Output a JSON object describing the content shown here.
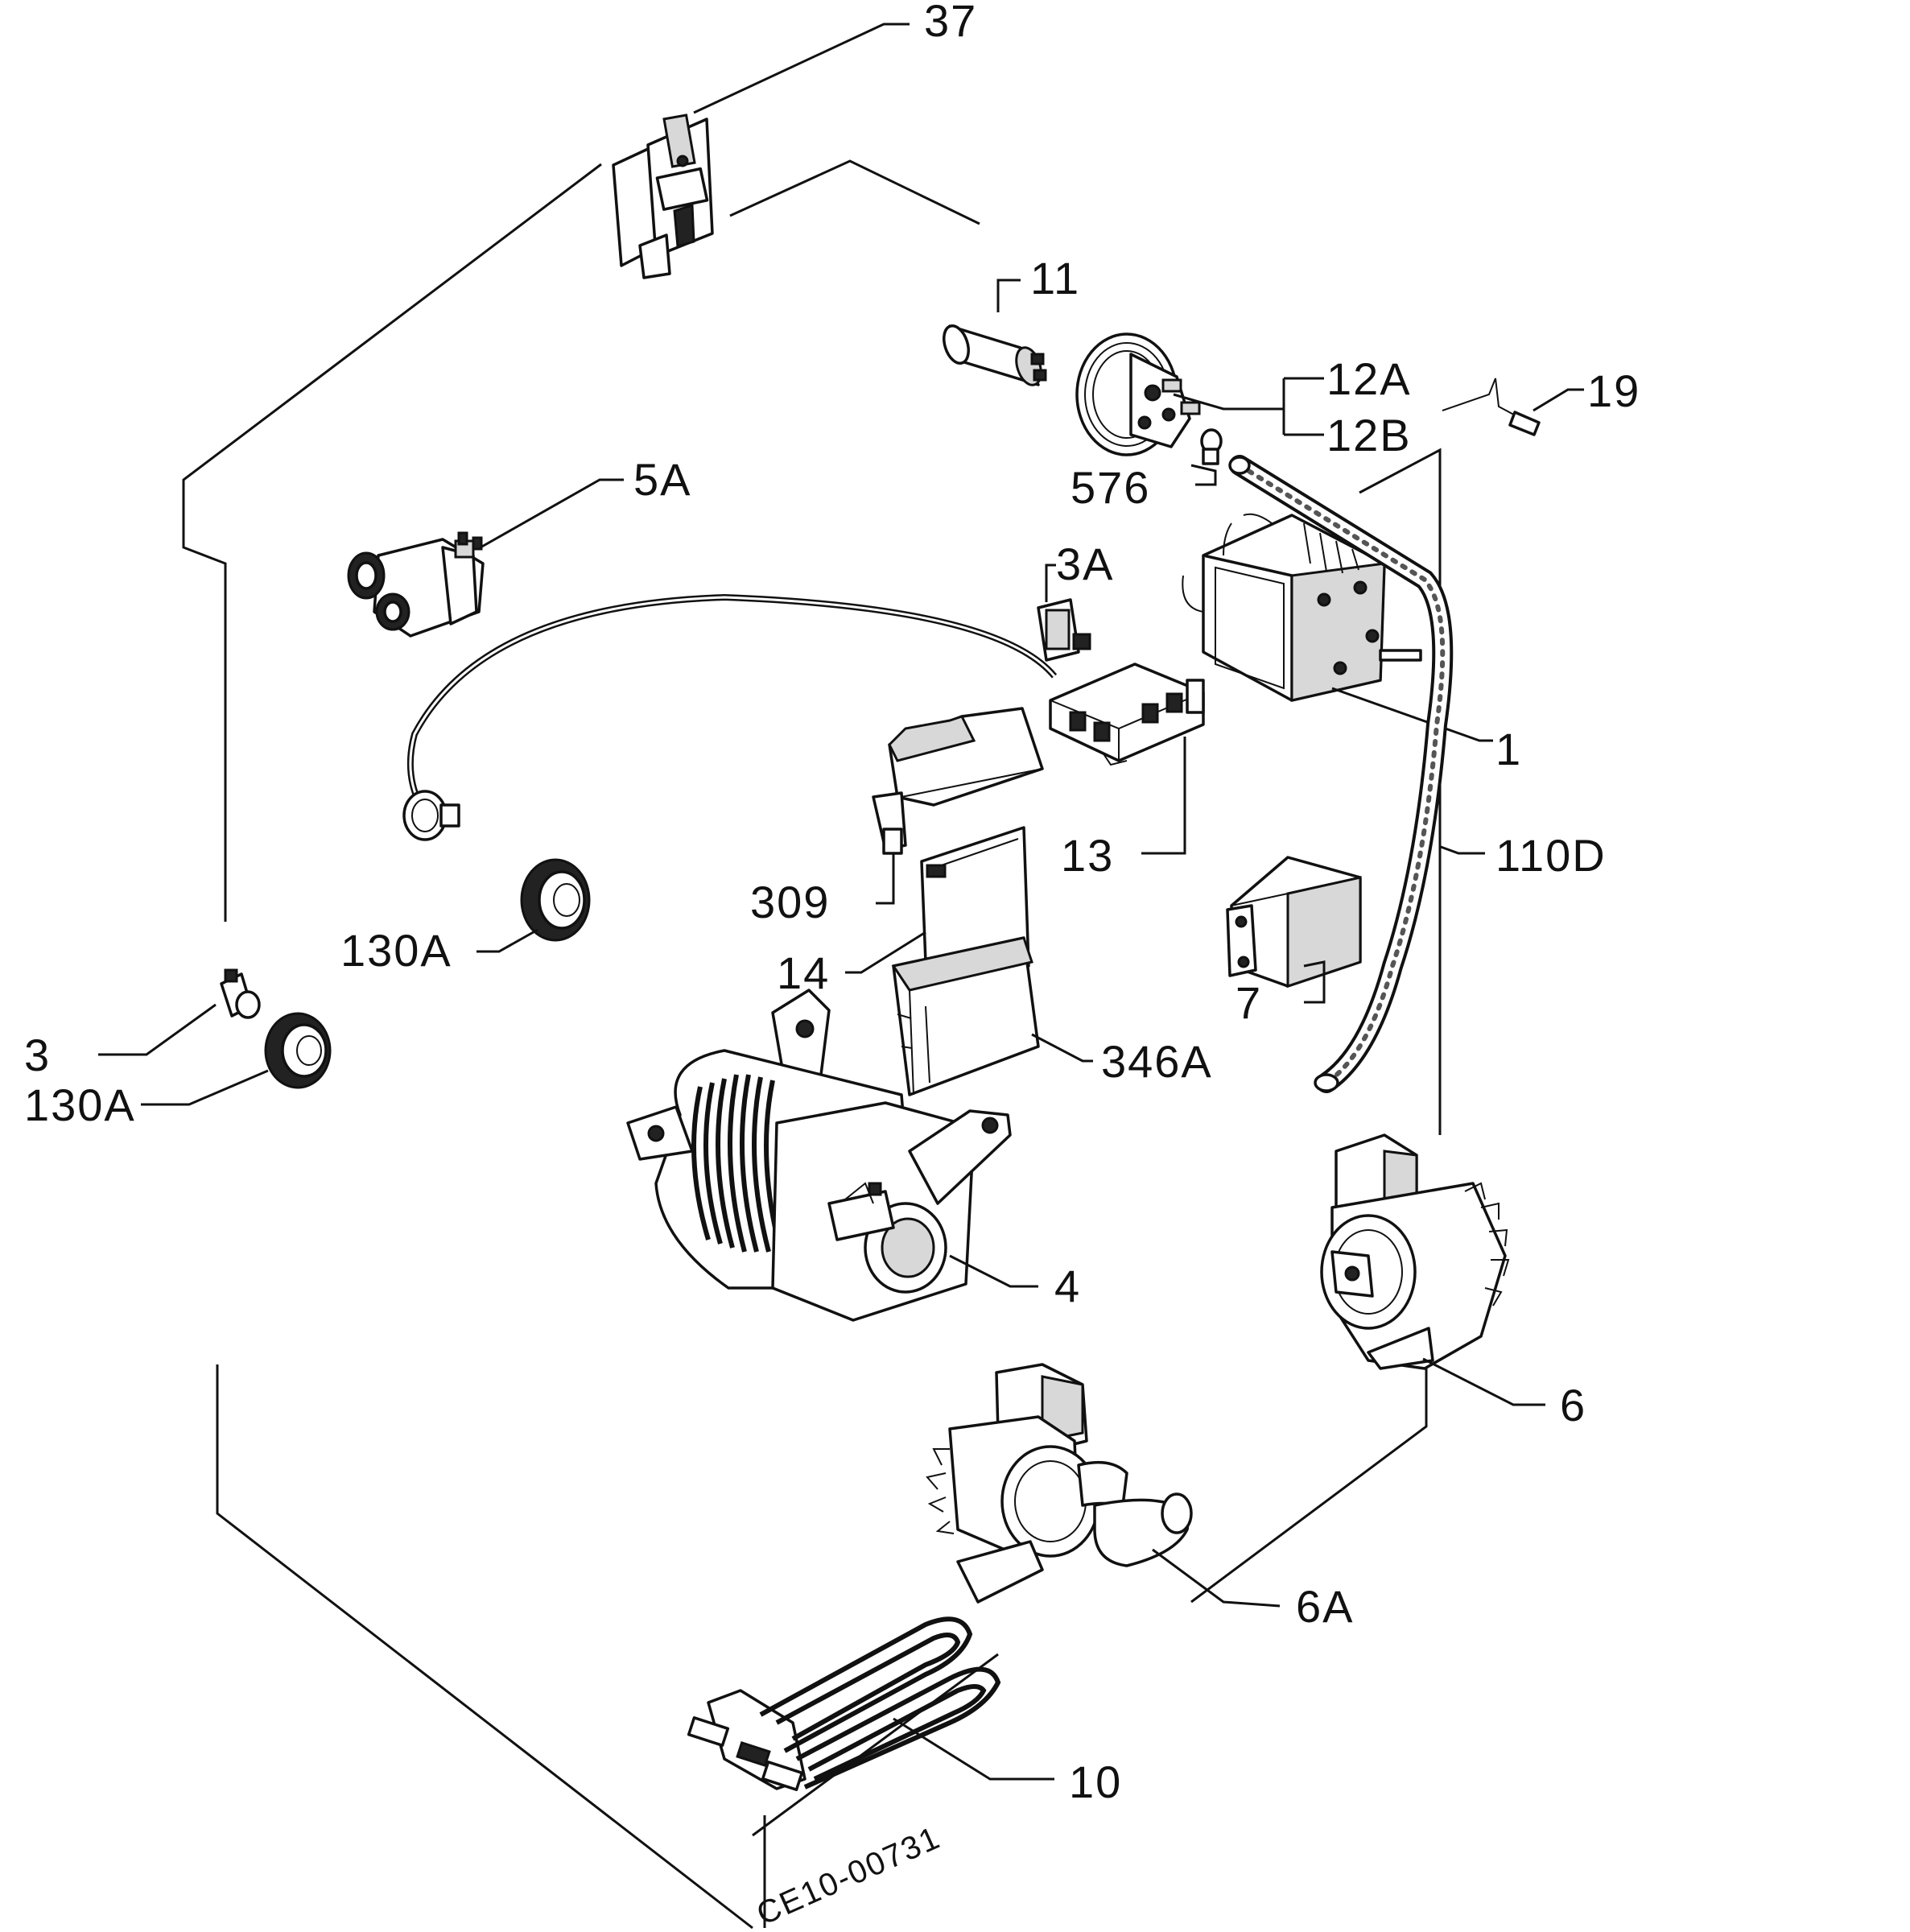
{
  "labels": {
    "p37": "37",
    "p11": "11",
    "p12a": "12A",
    "p12b": "12B",
    "p19": "19",
    "p576": "576",
    "p5a": "5A",
    "p3a": "3A",
    "p1": "1",
    "p13": "13",
    "p110d": "110D",
    "p309": "309",
    "p130a_top": "130A",
    "p14": "14",
    "p7": "7",
    "p3": "3",
    "p130a_bottom": "130A",
    "p346a": "346A",
    "p4": "4",
    "p6": "6",
    "p6a": "6A",
    "p10": "10",
    "reference": "CE10-00731"
  }
}
